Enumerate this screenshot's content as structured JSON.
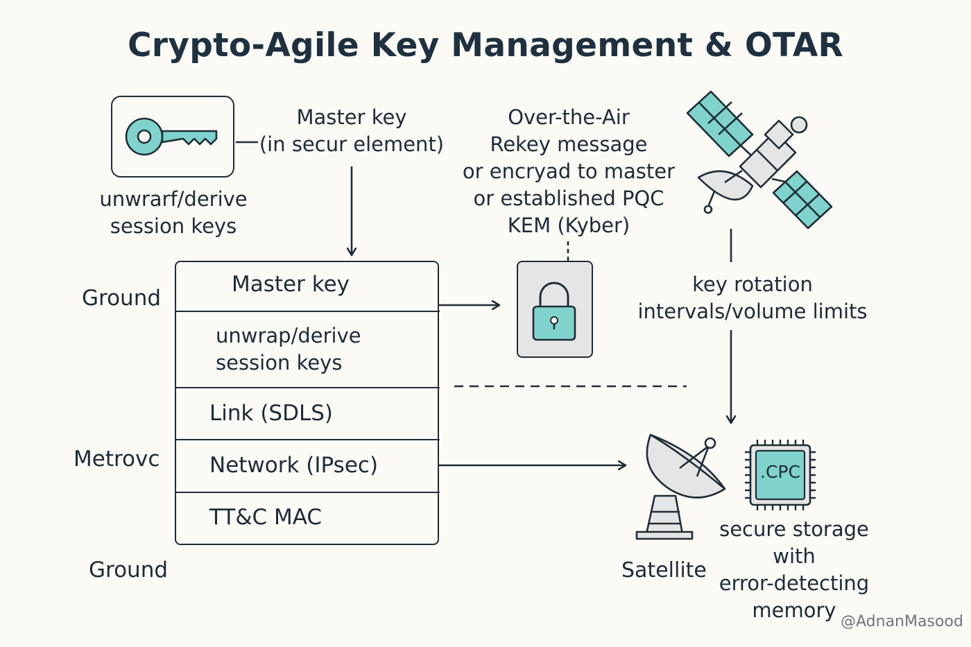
{
  "title": "Crypto-Agile Key Management & OTAR",
  "key_card": {
    "icon": "key-icon",
    "caption": [
      "unwrarf/derive",
      "session keys"
    ]
  },
  "master_key_note": [
    "Master key",
    "(in secur element)"
  ],
  "otar_note": [
    "Over-the-Air",
    "Rekey message",
    "or encryad to master",
    "or established PQC",
    "KEM (Kyber)"
  ],
  "side_labels": {
    "ground_top": "Ground",
    "metro": "Metrovc",
    "ground_bottom": "Ground"
  },
  "stack": {
    "master_key": "Master key",
    "unwrap": [
      "unwrap/derive",
      "session keys"
    ],
    "link": "Link (SDLS)",
    "network": "Network (IPsec)",
    "ttc": "TT&C MAC"
  },
  "lock": {
    "icon": "padlock-icon"
  },
  "satellite_icon": "satellite-icon",
  "key_rotation": [
    "key rotation",
    "intervals/volume limits"
  ],
  "ground_station": {
    "icon": "satellite-dish-icon",
    "label": "Satellite"
  },
  "chip": {
    "icon": "chip-icon",
    "text": ".CPC"
  },
  "storage_note": [
    "secure storage",
    "with",
    "error-detecting",
    "memory"
  ],
  "watermark": "@AdnanMasood",
  "colors": {
    "accent": "#7fd3cc",
    "stroke": "#1f2c36",
    "gray": "#e5e5e5",
    "background": "#fbfaf5"
  }
}
